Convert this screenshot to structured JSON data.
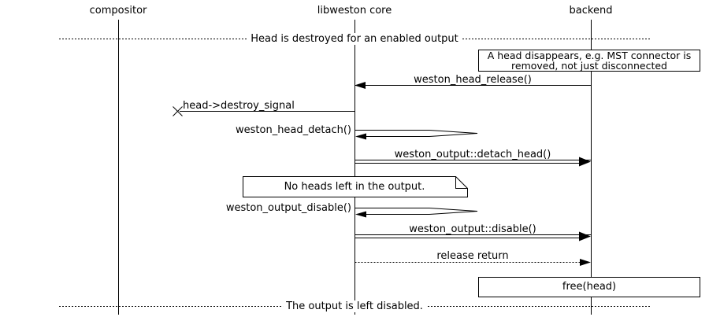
{
  "lifelines": [
    {
      "label": "compositor"
    },
    {
      "label": "libweston core"
    },
    {
      "label": "backend"
    }
  ],
  "dividers": {
    "top": "Head is destroyed for an enabled output",
    "bottom": "The output is left disabled."
  },
  "notes": {
    "head_disappears_line1": "A head disappears, e.g. MST connector is",
    "head_disappears_line2": "removed, not just disconnected",
    "no_heads": "No heads left in the output.",
    "free_head": "free(head)"
  },
  "messages": {
    "head_release": "weston_head_release()",
    "destroy_signal": "head->destroy_signal",
    "head_detach": "weston_head_detach()",
    "detach_head": "weston_output::detach_head()",
    "output_disable": "weston_output_disable()",
    "disable": "weston_output::disable()",
    "release_return": "release return"
  },
  "colors": {
    "foreground": "#000000",
    "background": "#ffffff"
  }
}
